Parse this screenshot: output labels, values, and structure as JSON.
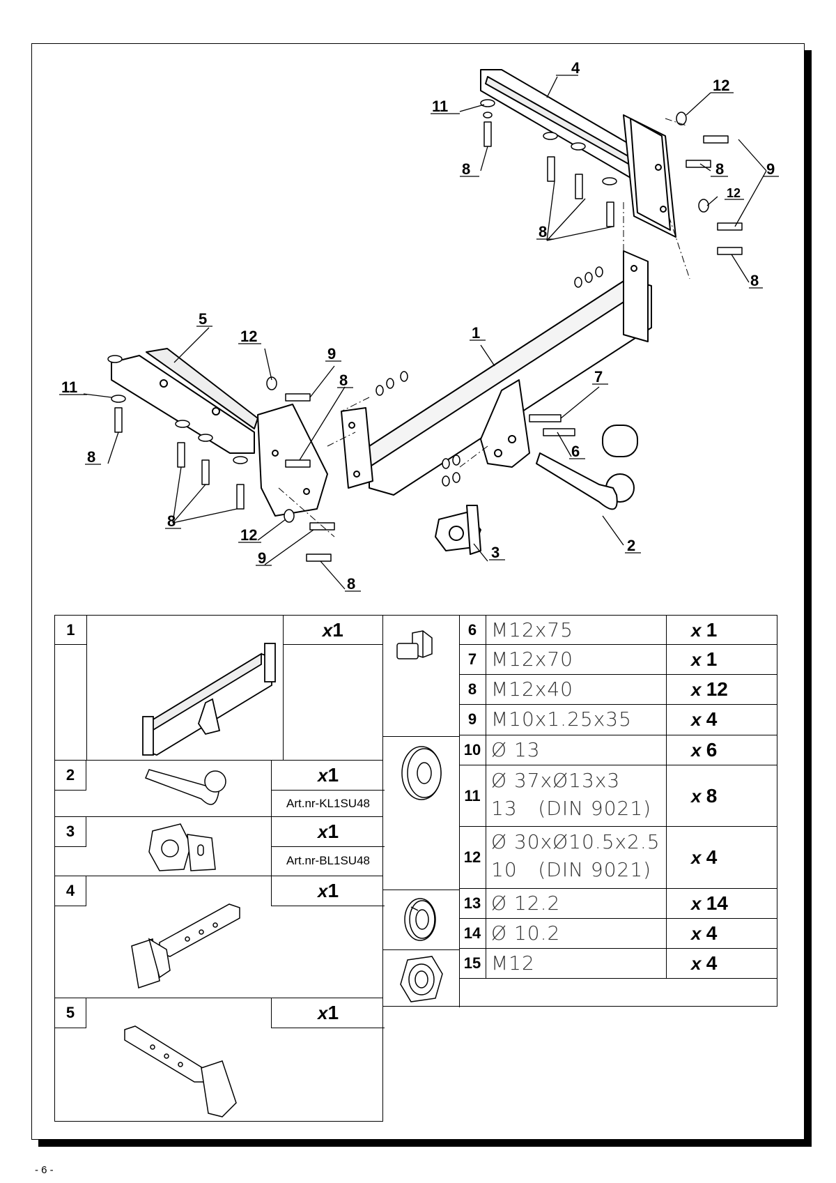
{
  "page": {
    "footer": "- 6 -"
  },
  "diagram": {
    "callouts": [
      {
        "id": "c4",
        "label": "4"
      },
      {
        "id": "c11a",
        "label": "11"
      },
      {
        "id": "c12a",
        "label": "12"
      },
      {
        "id": "c8a",
        "label": "8"
      },
      {
        "id": "c8b",
        "label": "8"
      },
      {
        "id": "c9a",
        "label": "9"
      },
      {
        "id": "c12b",
        "label": "12"
      },
      {
        "id": "c8c",
        "label": "8"
      },
      {
        "id": "c8d",
        "label": "8"
      },
      {
        "id": "c5",
        "label": "5"
      },
      {
        "id": "c12c",
        "label": "12"
      },
      {
        "id": "c9b",
        "label": "9"
      },
      {
        "id": "c1",
        "label": "1"
      },
      {
        "id": "c11b",
        "label": "11"
      },
      {
        "id": "c8e",
        "label": "8"
      },
      {
        "id": "c7",
        "label": "7"
      },
      {
        "id": "c8f",
        "label": "8"
      },
      {
        "id": "c6",
        "label": "6"
      },
      {
        "id": "c8g",
        "label": "8"
      },
      {
        "id": "c12d",
        "label": "12"
      },
      {
        "id": "c9c",
        "label": "9"
      },
      {
        "id": "c3",
        "label": "3"
      },
      {
        "id": "c2",
        "label": "2"
      },
      {
        "id": "c8h",
        "label": "8"
      }
    ]
  },
  "parts_left": [
    {
      "num": "1",
      "qty_prefix": "x",
      "qty": "1",
      "art": ""
    },
    {
      "num": "2",
      "qty_prefix": "x",
      "qty": "1",
      "art": "Art.nr-KL1SU48"
    },
    {
      "num": "3",
      "qty_prefix": "x",
      "qty": "1",
      "art": "Art.nr-BL1SU48"
    },
    {
      "num": "4",
      "qty_prefix": "x",
      "qty": "1",
      "art": ""
    },
    {
      "num": "5",
      "qty_prefix": "x",
      "qty": "1",
      "art": ""
    }
  ],
  "parts_right": [
    {
      "num": "6",
      "spec1": "M12x75",
      "spec2": "",
      "qty_prefix": "x",
      "qty": "1"
    },
    {
      "num": "7",
      "spec1": "M12x70",
      "spec2": "",
      "qty_prefix": "x",
      "qty": "1"
    },
    {
      "num": "8",
      "spec1": "M12x40",
      "spec2": "",
      "qty_prefix": "x",
      "qty": "12"
    },
    {
      "num": "9",
      "spec1": "M10x1.25x35",
      "spec2": "",
      "qty_prefix": "x",
      "qty": "4"
    },
    {
      "num": "10",
      "spec1": "Ø 13",
      "spec2": "",
      "qty_prefix": "x",
      "qty": "6"
    },
    {
      "num": "11",
      "spec1": "Ø 37xØ13x3",
      "spec2": "13   (DIN 9021)",
      "qty_prefix": "x",
      "qty": "8"
    },
    {
      "num": "12",
      "spec1": "Ø 30xØ10.5x2.5",
      "spec2": "10   (DIN 9021)",
      "qty_prefix": "x",
      "qty": "4"
    },
    {
      "num": "13",
      "spec1": "Ø 12.2",
      "spec2": "",
      "qty_prefix": "x",
      "qty": "14"
    },
    {
      "num": "14",
      "spec1": "Ø 10.2",
      "spec2": "",
      "qty_prefix": "x",
      "qty": "4"
    },
    {
      "num": "15",
      "spec1": "M12",
      "spec2": "",
      "qty_prefix": "x",
      "qty": "4"
    }
  ]
}
